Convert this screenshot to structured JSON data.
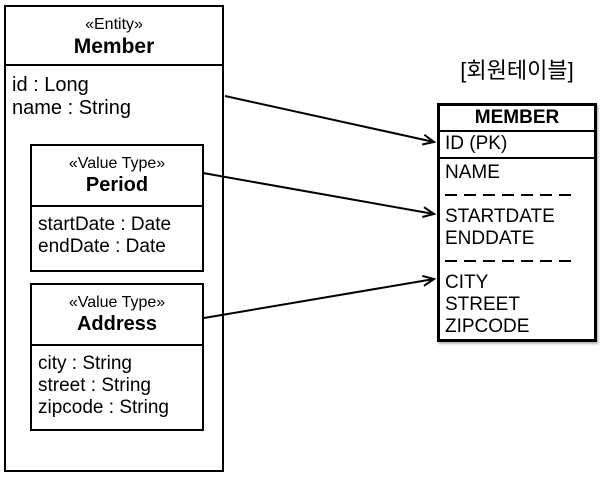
{
  "entity": {
    "stereotype": "«Entity»",
    "name": "Member",
    "fields": [
      "id : Long",
      "name : String"
    ],
    "value_types": [
      {
        "stereotype": "«Value Type»",
        "name": "Period",
        "fields": [
          "startDate : Date",
          "endDate : Date"
        ]
      },
      {
        "stereotype": "«Value Type»",
        "name": "Address",
        "fields": [
          "city : String",
          "street : String",
          "zipcode : String"
        ]
      }
    ]
  },
  "table": {
    "label": "[회원테이블]",
    "name": "MEMBER",
    "pk_row": "ID (PK)",
    "groups": [
      [
        "NAME"
      ],
      [
        "STARTDATE",
        "ENDDATE"
      ],
      [
        "CITY",
        "STREET",
        "ZIPCODE"
      ]
    ]
  },
  "colors": {
    "stroke": "#000000",
    "background": "#ffffff"
  }
}
